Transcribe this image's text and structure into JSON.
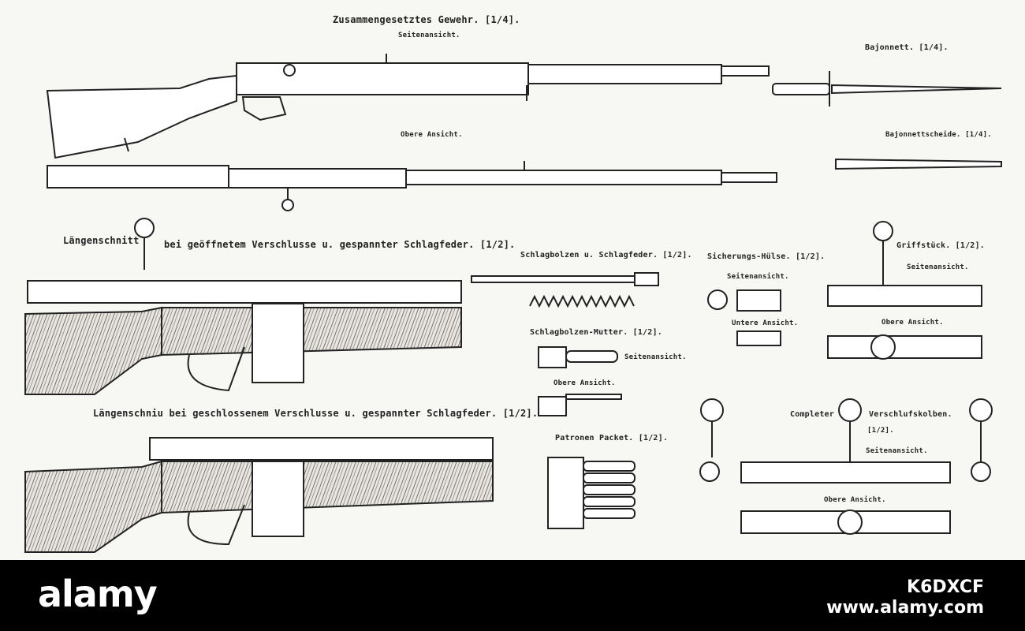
{
  "labels": {
    "title": "Zusammengesetztes Gewehr. [1/4].",
    "side_view": "Seitenansicht.",
    "top_view": "Obere Ansicht.",
    "bayonet": "Bajonnett. [1/4].",
    "scabbard": "Bajonnettscheide. [1/4].",
    "section_open_left": "Längenschnitt",
    "section_open_right": "bei geöffnetem Verschlusse u. gespannter Schlagfeder. [1/2].",
    "section_closed": "Längenschniu bei geschlossenem Verschlusse u. gespannter Schlagfeder. [1/2].",
    "striker": "Schlagbolzen u. Schlagfeder. [1/2].",
    "striker_nut": "Schlagbolzen-Mutter. [1/2].",
    "striker_nut_side": "Seitenansicht.",
    "striker_nut_top": "Obere Ansicht.",
    "safety": "Sicherungs-Hülse. [1/2].",
    "safety_side": "Seitenansicht.",
    "safety_bottom": "Untere Ansicht.",
    "handle": "Griffstück. [1/2].",
    "handle_side": "Seitenansicht.",
    "handle_top": "Obere Ansicht.",
    "clip": "Patronen Packet. [1/2].",
    "bolt_left": "Completer",
    "bolt_right": "Verschlufskolben.",
    "bolt_scale": "[1/2].",
    "bolt_side": "Seitenansicht.",
    "bolt_top": "Obere Ansicht."
  },
  "footer": {
    "brand": "alamy",
    "image_id": "K6DXCF",
    "url": "www.alamy.com"
  }
}
